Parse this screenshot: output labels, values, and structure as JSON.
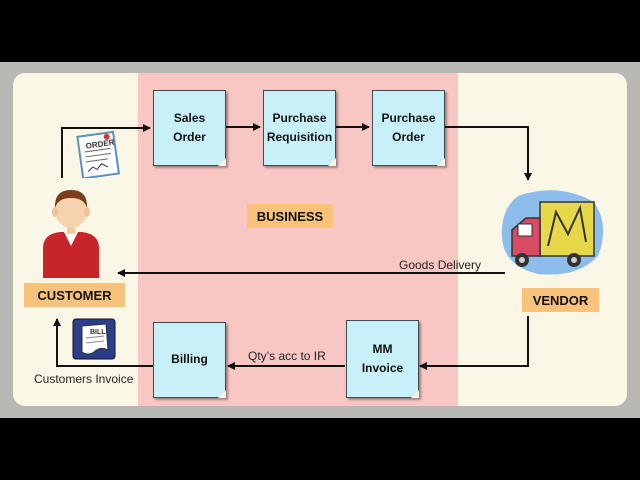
{
  "nodes": {
    "sales_order": "Sales\nOrder",
    "purchase_requisition": "Purchase\nRequisition",
    "purchase_order": "Purchase\nOrder",
    "billing": "Billing",
    "mm_invoice": "MM\nInvoice"
  },
  "actors": {
    "customer": "CUSTOMER",
    "vendor": "VENDOR",
    "business": "BUSINESS"
  },
  "edges": {
    "goods_delivery": "Goods Delivery",
    "qty_acc_to_ir": "Qty’s acc to IR",
    "customers_invoice": "Customers Invoice"
  },
  "icons": {
    "order_doc": "ORDER",
    "bill_doc": "BILL",
    "customer": "person-icon",
    "vendor": "truck-icon"
  },
  "colors": {
    "business_zone": "#f9c7c3",
    "document": "#c8f0f8",
    "label_box": "#f8c27a",
    "arrow": "#111111"
  }
}
